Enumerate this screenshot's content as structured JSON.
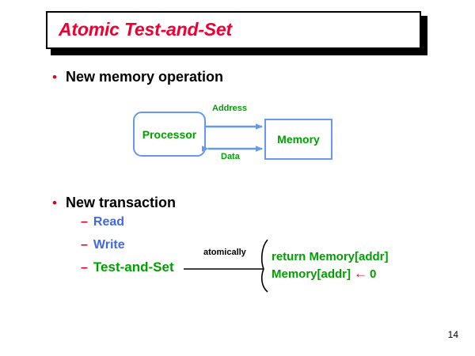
{
  "slide": {
    "title": "Atomic Test-and-Set",
    "page_number": "14",
    "colors": {
      "title_text": "#ee0033",
      "bullet_marker": "#dd0022",
      "body_text": "#000000",
      "sub_blue": "#4169e1",
      "green": "#00a000",
      "diagram_blue": "#6699ee",
      "shadow": "#000000"
    }
  },
  "bullets": [
    {
      "marker": "•",
      "label": "New memory operation"
    },
    {
      "marker": "•",
      "label": "New transaction"
    }
  ],
  "sub_bullets": [
    {
      "marker": "–",
      "label": "Read"
    },
    {
      "marker": "–",
      "label": "Write"
    },
    {
      "marker": "–",
      "label": "Test-and-Set"
    }
  ],
  "diagram": {
    "processor_label": "Processor",
    "memory_label": "Memory",
    "address_label": "Address",
    "data_label": "Data"
  },
  "transaction_detail": {
    "annotation": "atomically",
    "code_line_1": "return Memory[addr]",
    "code_line_2_lhs": "Memory[addr]",
    "code_line_2_arrow": "←",
    "code_line_2_rhs": "0"
  }
}
